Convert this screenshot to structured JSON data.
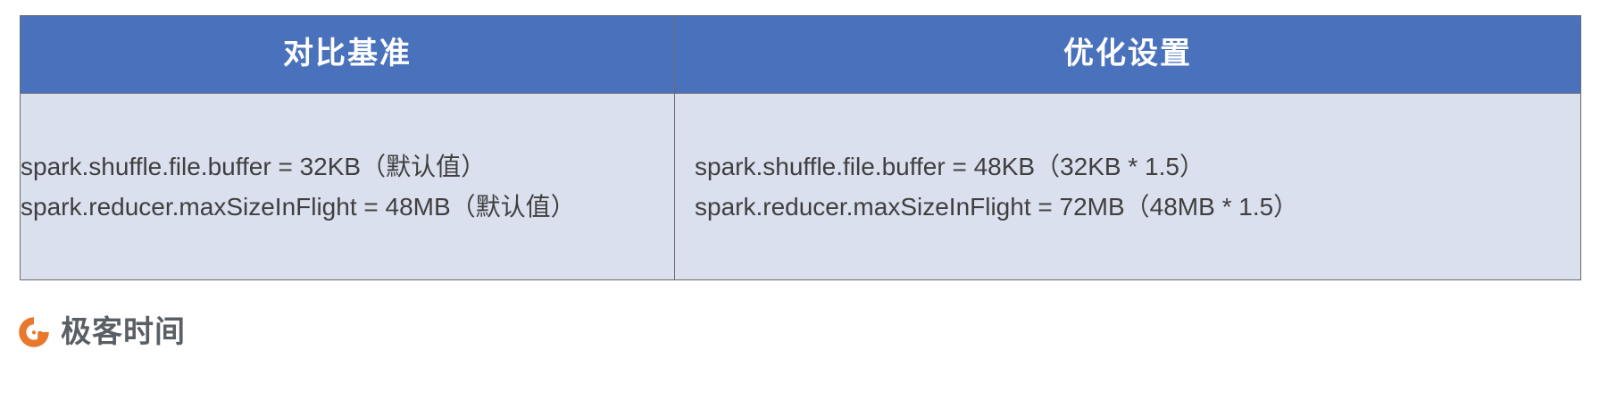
{
  "table": {
    "columns": [
      {
        "header": "对比基准"
      },
      {
        "header": "优化设置"
      }
    ],
    "rows": [
      {
        "left": [
          "spark.shuffle.file.buffer = 32KB（默认值）",
          "spark.reducer.maxSizeInFlight = 48MB（默认值）"
        ],
        "right": [
          "spark.shuffle.file.buffer = 48KB（32KB * 1.5）",
          "spark.reducer.maxSizeInFlight = 72MB（48MB * 1.5）"
        ]
      }
    ],
    "colors": {
      "header_background": "#4a72bc",
      "header_text": "#ffffff",
      "body_background": "#dbe0ef",
      "body_text": "#3f3f3f",
      "border": "#6b6b6b"
    }
  },
  "brand": {
    "name": "极客时间",
    "mark_icon": "geektime-logo-icon",
    "mark_color": "#e8782d",
    "text_color": "#5a5f66"
  }
}
